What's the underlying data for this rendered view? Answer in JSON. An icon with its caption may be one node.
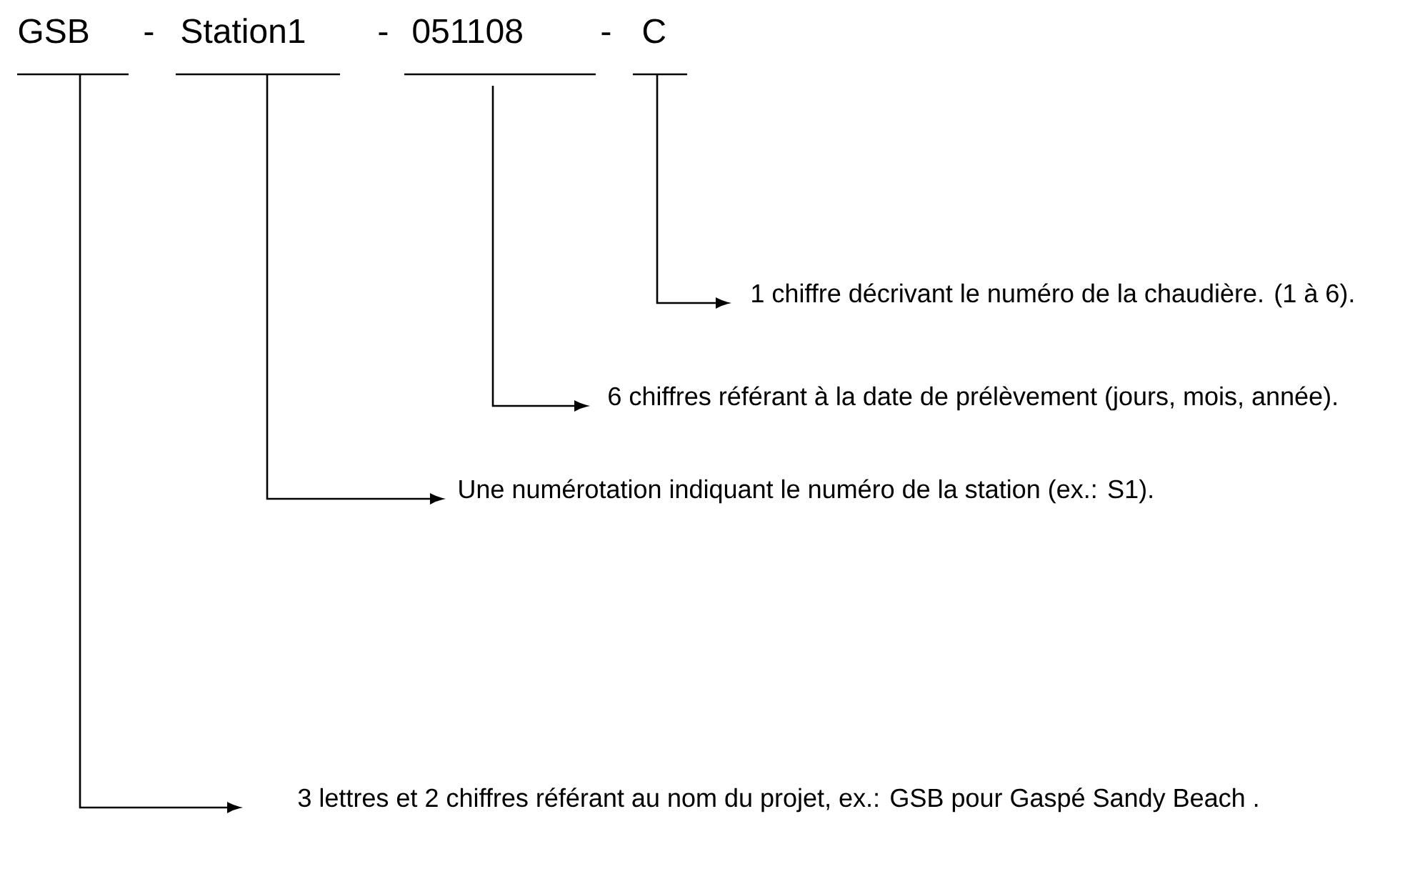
{
  "diagram": {
    "nodes": [
      {
        "text": [
          "GSB"
        ]
      },
      {
        "text": [
          "Station1"
        ]
      },
      {
        "text": [
          "051108"
        ]
      },
      {
        "text": [
          "C"
        ]
      },
      {
        "text": [
          "1 chiffre décrivant le numéro de la chaudière. (1 à 6)."
        ]
      },
      {
        "text": [
          "6 chiffres référant à la date de prélèvement (jours, mois, année)."
        ]
      },
      {
        "text": [
          "Une numérotation indiquant le numéro de la station (ex.: S1)."
        ]
      },
      {
        "text": [
          "3 lettres et 2 chiffres référant au nom du projet, ex.: GSB pour Gaspé Sandy Beach ."
        ]
      }
    ],
    "edges": [
      {
        "from": 3,
        "to": 4,
        "arrow": "to"
      },
      {
        "from": 2,
        "to": 5,
        "arrow": "to"
      },
      {
        "from": 1,
        "to": 6,
        "arrow": "to"
      },
      {
        "from": 0,
        "to": 7,
        "arrow": "to"
      }
    ],
    "labels": [
      "-",
      "-",
      "-"
    ]
  }
}
